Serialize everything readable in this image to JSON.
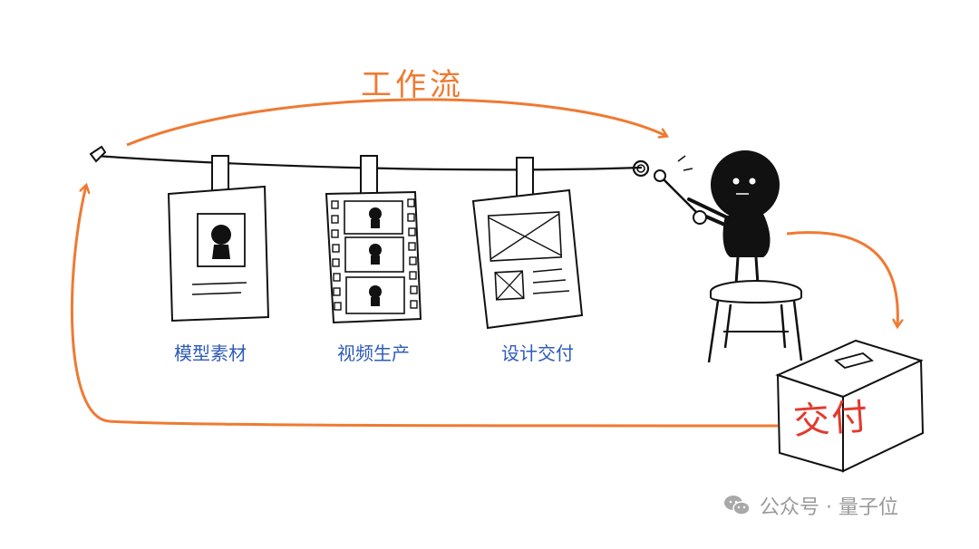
{
  "title": "工作流",
  "stages": [
    {
      "label": "模型素材",
      "icon": "portrait-sheet-icon"
    },
    {
      "label": "视频生产",
      "icon": "film-strip-icon"
    },
    {
      "label": "设计交付",
      "icon": "wireframe-sheet-icon"
    }
  ],
  "delivery": {
    "label": "交付",
    "icon": "delivery-box-icon"
  },
  "watermark": {
    "text": "公众号 · 量子位",
    "icon": "wechat-icon"
  },
  "colors": {
    "accent": "#ef7a32",
    "blue": "#2e5bb8",
    "red": "#e23a2e",
    "ink": "#111111"
  }
}
